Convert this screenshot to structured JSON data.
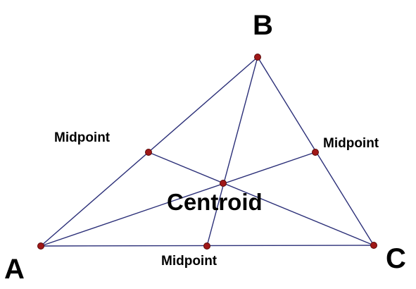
{
  "colors": {
    "line": "#2b2f78",
    "point_fill": "#a01818",
    "point_stroke": "#5a0a0a",
    "text": "#000000"
  },
  "vertices": {
    "a": {
      "label": "A"
    },
    "b": {
      "label": "B"
    },
    "c": {
      "label": "C"
    }
  },
  "midpoints": {
    "ab": {
      "label": "Midpoint"
    },
    "bc": {
      "label": "Midpoint"
    },
    "ac": {
      "label": "Midpoint"
    }
  },
  "centroid": {
    "label": "Centroid"
  }
}
